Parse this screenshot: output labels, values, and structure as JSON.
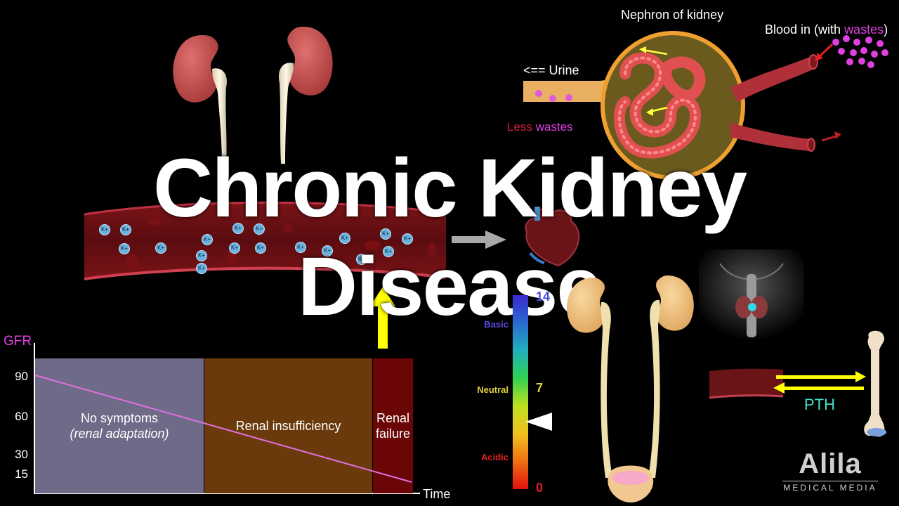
{
  "title": "Chronic Kidney Disease",
  "nephron": {
    "title": "Nephron of kidney",
    "blood_in_prefix": "Blood in (with ",
    "blood_in_word": "wastes",
    "blood_in_suffix": ")",
    "urine": "<== Urine",
    "less_prefix": "Less ",
    "less_word": "wastes"
  },
  "potassium_label": "K+",
  "gfr_chart": {
    "ylabel": "GFR",
    "xlabel": "Time",
    "ticks": [
      "90",
      "60",
      "30",
      "15"
    ],
    "stages": [
      {
        "line1": "No symptoms",
        "line2": "(renal adaptation)"
      },
      {
        "line1": "Renal insufficiency",
        "line2": ""
      },
      {
        "line1": "Renal",
        "line2": "failure"
      }
    ]
  },
  "ph_scale": {
    "top_value": "14",
    "mid_value": "7",
    "bottom_value": "0",
    "basic_label": "Basic",
    "neutral_label": "Neutral",
    "acidic_label": "Acidic"
  },
  "pth_label": "PTH",
  "brand": {
    "name": "Alila",
    "tagline": "MEDICAL MEDIA"
  },
  "colors": {
    "gfr_label": "#e040e0",
    "stage1": "#6e6a88",
    "stage2": "#6a3a0c",
    "stage3": "#6a0606",
    "pth": "#3fe0c8",
    "arrow_yellow": "#ffff00",
    "wastes": "#e040e0",
    "less": "#d0203a"
  },
  "icons": [
    "kidney-icon",
    "heart-icon",
    "bone-icon",
    "thyroid-icon",
    "bladder-icon"
  ]
}
